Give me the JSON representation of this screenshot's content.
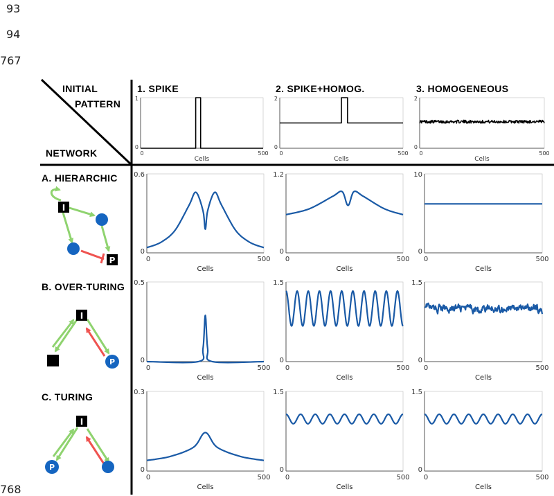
{
  "line_numbers": [
    "93",
    "94",
    "767",
    "768"
  ],
  "corner": {
    "top_label_1": "INITIAL",
    "top_label_2": "PATTERN",
    "bottom_label": "NETWORK"
  },
  "columns": [
    {
      "label": "1. SPIKE"
    },
    {
      "label": "2. SPIKE+HOMOG."
    },
    {
      "label": "3. HOMOGENEOUS"
    }
  ],
  "rows": [
    {
      "label": "A. HIERARCHIC"
    },
    {
      "label": "B. OVER-TURING"
    },
    {
      "label": "C. TURING"
    }
  ],
  "network_nodes": {
    "I": "I",
    "P": "P"
  },
  "colors": {
    "series_line": "#1a5aa6",
    "node_blue": "#1565c0",
    "activation": "#8fd36f",
    "inhibition": "#ef5350",
    "input_line": "#000000"
  },
  "chart_data": [
    {
      "type": "line",
      "panel": "initial-1",
      "x_label": "Cells",
      "xlim": [
        0,
        500
      ],
      "ylim": [
        0,
        1
      ],
      "x_ticks": [
        "0",
        "500"
      ],
      "y_ticks": [
        "0",
        "1"
      ],
      "description": "spike",
      "series": [
        {
          "x": [
            0,
            225,
            225,
            245,
            245,
            500
          ],
          "y": [
            0,
            0,
            1,
            1,
            0,
            0
          ]
        }
      ]
    },
    {
      "type": "line",
      "panel": "initial-2",
      "x_label": "Cells",
      "xlim": [
        0,
        500
      ],
      "ylim": [
        0,
        2
      ],
      "x_ticks": [
        "0",
        "500"
      ],
      "y_ticks": [
        "0",
        "2"
      ],
      "series": [
        {
          "x": [
            0,
            250,
            250,
            275,
            275,
            500
          ],
          "y": [
            1,
            1,
            2,
            2,
            1,
            1
          ]
        }
      ]
    },
    {
      "type": "line",
      "panel": "initial-3",
      "x_label": "Cells",
      "xlim": [
        0,
        500
      ],
      "ylim": [
        0,
        2
      ],
      "x_ticks": [
        "0",
        "500"
      ],
      "y_ticks": [
        "0",
        "2"
      ],
      "series": [
        {
          "noise_level": 1.05
        }
      ]
    },
    {
      "type": "line",
      "panel": "A-1",
      "x_label": "Cells",
      "xlim": [
        0,
        500
      ],
      "ylim": [
        0,
        0.6
      ],
      "x_ticks": [
        "0",
        "500"
      ],
      "y_ticks": [
        "0",
        "0.6"
      ],
      "series": [
        {
          "x": [
            0,
            60,
            120,
            180,
            210,
            240,
            250,
            260,
            290,
            320,
            380,
            440,
            500
          ],
          "y": [
            0.04,
            0.08,
            0.17,
            0.36,
            0.46,
            0.32,
            0.18,
            0.32,
            0.46,
            0.36,
            0.17,
            0.08,
            0.04
          ]
        }
      ]
    },
    {
      "type": "line",
      "panel": "A-2",
      "x_label": "Cells",
      "xlim": [
        0,
        500
      ],
      "ylim": [
        0,
        1.2
      ],
      "x_ticks": [
        "0",
        "500"
      ],
      "y_ticks": [
        "0",
        "1.2"
      ],
      "series": [
        {
          "x": [
            0,
            100,
            200,
            240,
            265,
            290,
            330,
            420,
            500
          ],
          "y": [
            0.58,
            0.67,
            0.86,
            0.93,
            0.72,
            0.93,
            0.86,
            0.67,
            0.58
          ]
        }
      ]
    },
    {
      "type": "line",
      "panel": "A-3",
      "x_label": "Cells",
      "xlim": [
        0,
        500
      ],
      "ylim": [
        0,
        10
      ],
      "x_ticks": [
        "0",
        "500"
      ],
      "y_ticks": [
        "0",
        "10"
      ],
      "series": [
        {
          "x": [
            0,
            500
          ],
          "y": [
            6.2,
            6.2
          ]
        }
      ]
    },
    {
      "type": "line",
      "panel": "B-1",
      "x_label": "Cells",
      "xlim": [
        0,
        500
      ],
      "ylim": [
        0,
        0.5
      ],
      "x_ticks": [
        "0",
        "500"
      ],
      "y_ticks": [
        "0",
        "0.5"
      ],
      "series": [
        {
          "x": [
            0,
            220,
            240,
            250,
            260,
            280,
            500
          ],
          "y": [
            0,
            0,
            0.08,
            0.29,
            0.08,
            0,
            0
          ]
        }
      ]
    },
    {
      "type": "line",
      "panel": "B-2",
      "x_label": "Cells",
      "xlim": [
        0,
        500
      ],
      "ylim": [
        0,
        1.5
      ],
      "x_ticks": [
        "0",
        "500"
      ],
      "y_ticks": [
        "0",
        "1.5"
      ],
      "series": [
        {
          "periods": 10.5,
          "mean": 1.0,
          "amplitude": 0.33
        }
      ]
    },
    {
      "type": "line",
      "panel": "B-3",
      "x_label": "Cells",
      "xlim": [
        0,
        500
      ],
      "ylim": [
        0,
        1.5
      ],
      "x_ticks": [
        "0",
        "500"
      ],
      "y_ticks": [
        "0",
        "1.5"
      ],
      "series": [
        {
          "mean": 1.0,
          "noise": 0.07
        }
      ]
    },
    {
      "type": "line",
      "panel": "C-1",
      "x_label": "Cells",
      "xlim": [
        0,
        500
      ],
      "ylim": [
        0,
        0.3
      ],
      "x_ticks": [
        "0",
        "500"
      ],
      "y_ticks": [
        "0",
        "0.3"
      ],
      "series": [
        {
          "x": [
            0,
            100,
            200,
            250,
            300,
            400,
            500
          ],
          "y": [
            0.04,
            0.055,
            0.09,
            0.145,
            0.09,
            0.055,
            0.04
          ]
        }
      ]
    },
    {
      "type": "line",
      "panel": "C-2",
      "x_label": "Cells",
      "xlim": [
        0,
        500
      ],
      "ylim": [
        0,
        1.5
      ],
      "x_ticks": [
        "0",
        "500"
      ],
      "y_ticks": [
        "0",
        "1.5"
      ],
      "series": [
        {
          "periods": 8,
          "mean": 0.98,
          "amplitude": 0.09
        }
      ]
    },
    {
      "type": "line",
      "panel": "C-3",
      "x_label": "Cells",
      "xlim": [
        0,
        500
      ],
      "ylim": [
        0,
        1.5
      ],
      "x_ticks": [
        "0",
        "500"
      ],
      "y_ticks": [
        "0",
        "1.5"
      ],
      "series": [
        {
          "periods": 8,
          "mean": 0.98,
          "amplitude": 0.09
        }
      ]
    }
  ]
}
